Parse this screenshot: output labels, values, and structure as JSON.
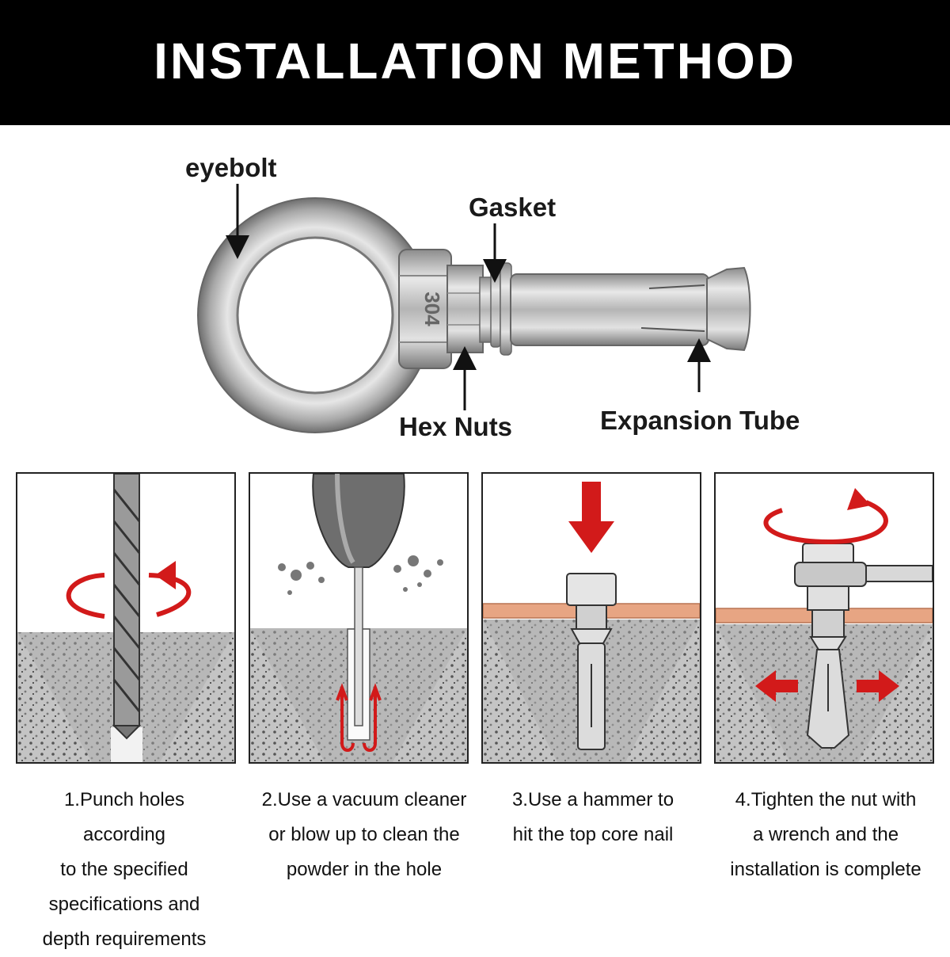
{
  "header": {
    "title": "INSTALLATION METHOD"
  },
  "hardware": {
    "labels": {
      "eyebolt": "eyebolt",
      "gasket": "Gasket",
      "hex_nuts": "Hex Nuts",
      "expansion_tube": "Expansion Tube"
    },
    "ring_marking": "304"
  },
  "steps": [
    {
      "lines": [
        "1.Punch holes",
        "according",
        "to the specified",
        "specifications and",
        "depth requirements"
      ]
    },
    {
      "lines": [
        "2.Use a vacuum cleaner",
        "or blow up to clean the",
        "powder in the hole"
      ]
    },
    {
      "lines": [
        "3.Use a hammer to",
        "hit the top core nail"
      ]
    },
    {
      "lines": [
        "4.Tighten the nut with",
        "a wrench and the",
        "installation is complete"
      ]
    }
  ],
  "colors": {
    "banner": "#000000",
    "arrow_red": "#d21a1a",
    "wood": "#e7a583",
    "concrete": "#bdbdbd"
  }
}
